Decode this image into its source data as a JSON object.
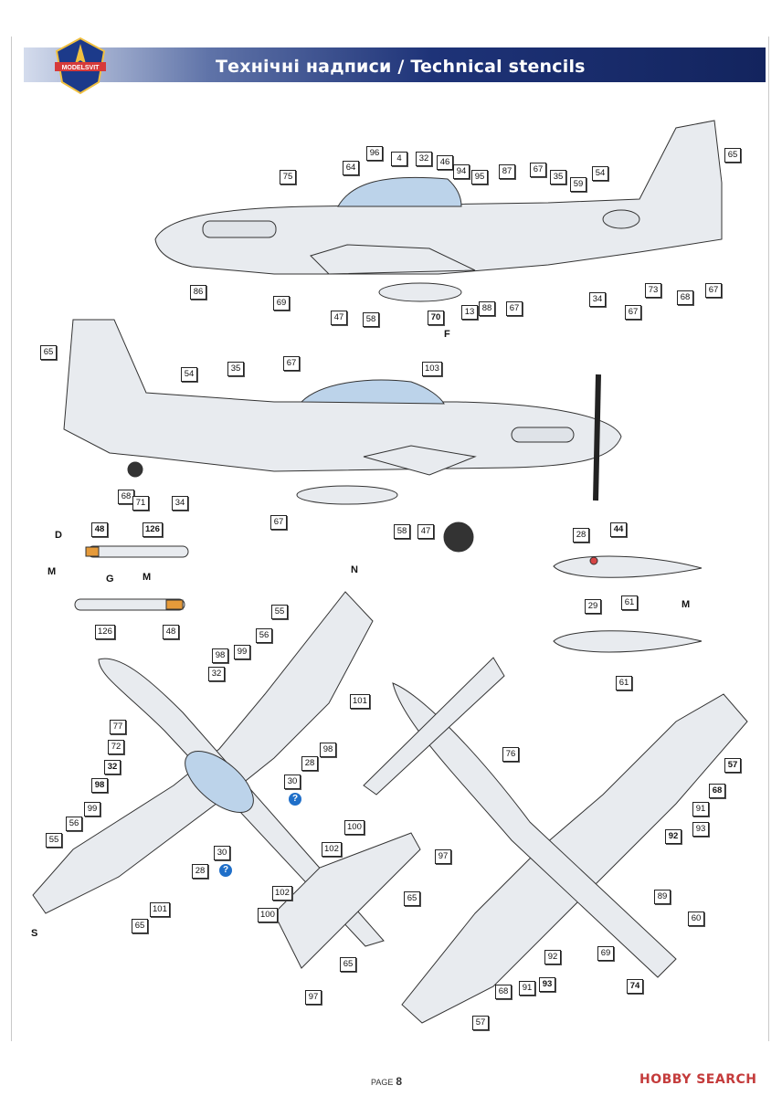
{
  "header": {
    "brand": "MODELSVIT",
    "title": "Технічні надписи / Technical stencils"
  },
  "colors": {
    "banner_dark": "#13245e",
    "aircraft": "#e8ebef",
    "canopy": "#bcd3ea",
    "stencil_red": "#d64545",
    "help_blue": "#1f6fc9"
  },
  "callouts": {
    "side_right": [
      "75",
      "64",
      "96",
      "4",
      "32",
      "46",
      "94",
      "95",
      "87",
      "67",
      "35",
      "59",
      "54",
      "65",
      "86",
      "69",
      "47",
      "58",
      "70",
      "13",
      "88",
      "67",
      "34",
      "67",
      "73",
      "68",
      "67"
    ],
    "side_left": [
      "65",
      "54",
      "35",
      "67",
      "103",
      "68",
      "71",
      "34",
      "67",
      "58",
      "47"
    ],
    "weapons": [
      "48",
      "126",
      "126",
      "48"
    ],
    "tanks": [
      "28",
      "44",
      "29",
      "61",
      "61"
    ],
    "top_view": [
      "55",
      "56",
      "99",
      "98",
      "32",
      "101",
      "77",
      "72",
      "98",
      "28",
      "30",
      "32",
      "98",
      "99",
      "56",
      "55",
      "28",
      "30",
      "100",
      "102",
      "97",
      "65",
      "102",
      "100",
      "65",
      "101",
      "65",
      "97"
    ],
    "bottom_view": [
      "76",
      "57",
      "68",
      "91",
      "92",
      "93",
      "89",
      "60",
      "69",
      "74",
      "92",
      "91",
      "93",
      "68",
      "57"
    ]
  },
  "paint_marks": {
    "F": "F",
    "D": "D",
    "M": "M",
    "G": "G",
    "N": "N",
    "S": "S"
  },
  "help": "?",
  "footer": {
    "page_label": "PAGE",
    "page_number": "8",
    "watermark": "HOBBY SEARCH"
  }
}
